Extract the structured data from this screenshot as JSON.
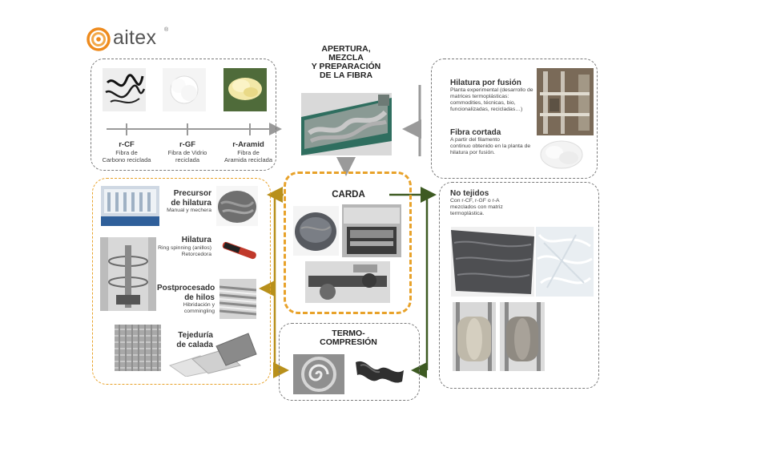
{
  "brand": {
    "name": "aitex",
    "reg": "®",
    "color": "#ee8b1e"
  },
  "colors": {
    "orange": "#e8a22a",
    "gold_arrow": "#b8901b",
    "green_arrow": "#3d5a22",
    "gray_arrow": "#9a9a9a"
  },
  "apertura": {
    "title_lines": [
      "APERTURA,",
      "MEZCLA",
      "Y PREPARACIÓN",
      "DE LA FIBRA"
    ]
  },
  "fibers": [
    {
      "label": "r-CF",
      "desc_lines": [
        "Fibra de",
        "Carbono reciclada"
      ]
    },
    {
      "label": "r-GF",
      "desc_lines": [
        "Fibra de Vidrio",
        "reciclada"
      ]
    },
    {
      "label": "r-Aramid",
      "desc_lines": [
        "Fibra de",
        "Aramida reciclada"
      ]
    }
  ],
  "hilatura_fusion": {
    "title": "Hilatura por fusión",
    "desc_lines": [
      "Planta experimental (desarrollo de",
      "matrices termoplásticas:",
      "commodities, técnicas, bio,",
      "funcionalizadas, recicladas…)"
    ]
  },
  "fibra_cortada": {
    "title": "Fibra cortada",
    "desc_lines": [
      "A partir del filamento",
      "continuo obtenido en la planta de",
      "hilatura por fusión."
    ]
  },
  "carda": {
    "title": "CARDA"
  },
  "termo": {
    "title_lines": [
      "TERMO-",
      "COMPRESIÓN"
    ]
  },
  "processes": [
    {
      "title_lines": [
        "Precursor",
        "de hilatura"
      ],
      "desc_lines": [
        "Manual y mechera"
      ]
    },
    {
      "title_lines": [
        "Hilatura"
      ],
      "desc_lines": [
        "Ring spinning (anillos)",
        "Retorcedora"
      ]
    },
    {
      "title_lines": [
        "Postprocesado",
        "de hilos"
      ],
      "desc_lines": [
        "Hibridación y",
        "commingling"
      ]
    },
    {
      "title_lines": [
        "Tejeduría",
        "de calada"
      ],
      "desc_lines": []
    }
  ],
  "no_tejidos": {
    "title": "No tejidos",
    "desc_lines": [
      "Con r-CF, r-GF o r-A",
      "mezclados con matriz",
      "termoplástica."
    ]
  }
}
